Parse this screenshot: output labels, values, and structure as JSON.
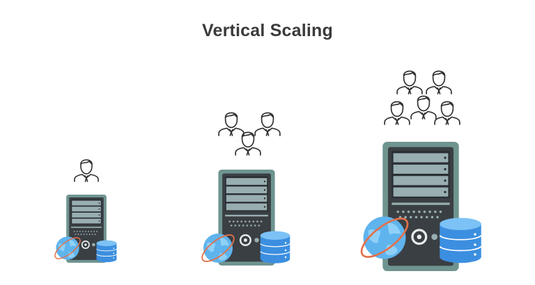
{
  "title": "Vertical Scaling",
  "colors": {
    "server_shell": "#6f9490",
    "server_body": "#3a3f44",
    "drive_bay": "#98aeb0",
    "drive_slot": "#2a2e33",
    "db_blue": "#3c8fe0",
    "db_light": "#7cc2f6",
    "globe_blue": "#5fb4ee",
    "orbit_orange": "#e2714b",
    "person_stroke": "#2f3133"
  },
  "tiers": [
    {
      "name": "small",
      "users": 1
    },
    {
      "name": "medium",
      "users": 3
    },
    {
      "name": "large",
      "users": 5
    }
  ]
}
